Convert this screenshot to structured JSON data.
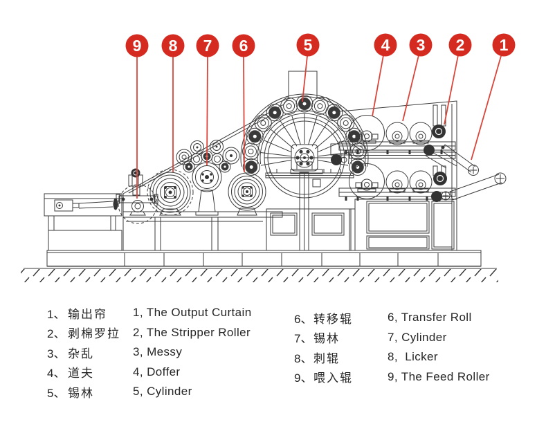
{
  "page": {
    "background": "#ffffff"
  },
  "diagram": {
    "description": "Carding machine side-view technical line drawing with numbered part callouts",
    "accent_red": "#d42a20",
    "leader_red": "#d8453a",
    "line_ink": "#3a3a3a",
    "callouts": [
      {
        "label": "9"
      },
      {
        "label": "8"
      },
      {
        "label": "7"
      },
      {
        "label": "6"
      },
      {
        "label": "5"
      },
      {
        "label": "4"
      },
      {
        "label": "3"
      },
      {
        "label": "2"
      },
      {
        "label": "1"
      }
    ]
  },
  "legend": {
    "left": [
      {
        "num": "1、",
        "zh": "输出帘",
        "en": "1, The Output Curtain"
      },
      {
        "num": "2、",
        "zh": "剥棉罗拉",
        "en": "2, The Stripper Roller"
      },
      {
        "num": "3、",
        "zh": "杂乱",
        "en": "3, Messy"
      },
      {
        "num": "4、",
        "zh": "道夫",
        "en": "4, Doffer"
      },
      {
        "num": "5、",
        "zh": "锡林",
        "en": "5, Cylinder"
      }
    ],
    "right": [
      {
        "num": "6、",
        "zh": "转移辊",
        "en": "6, Transfer Roll"
      },
      {
        "num": "7、",
        "zh": "锡林",
        "en": "7, Cylinder"
      },
      {
        "num": "8、",
        "zh": "刺辊",
        "en": "8,  Licker"
      },
      {
        "num": "9、",
        "zh": "喂入辊",
        "en": "9, The Feed Roller"
      }
    ]
  }
}
